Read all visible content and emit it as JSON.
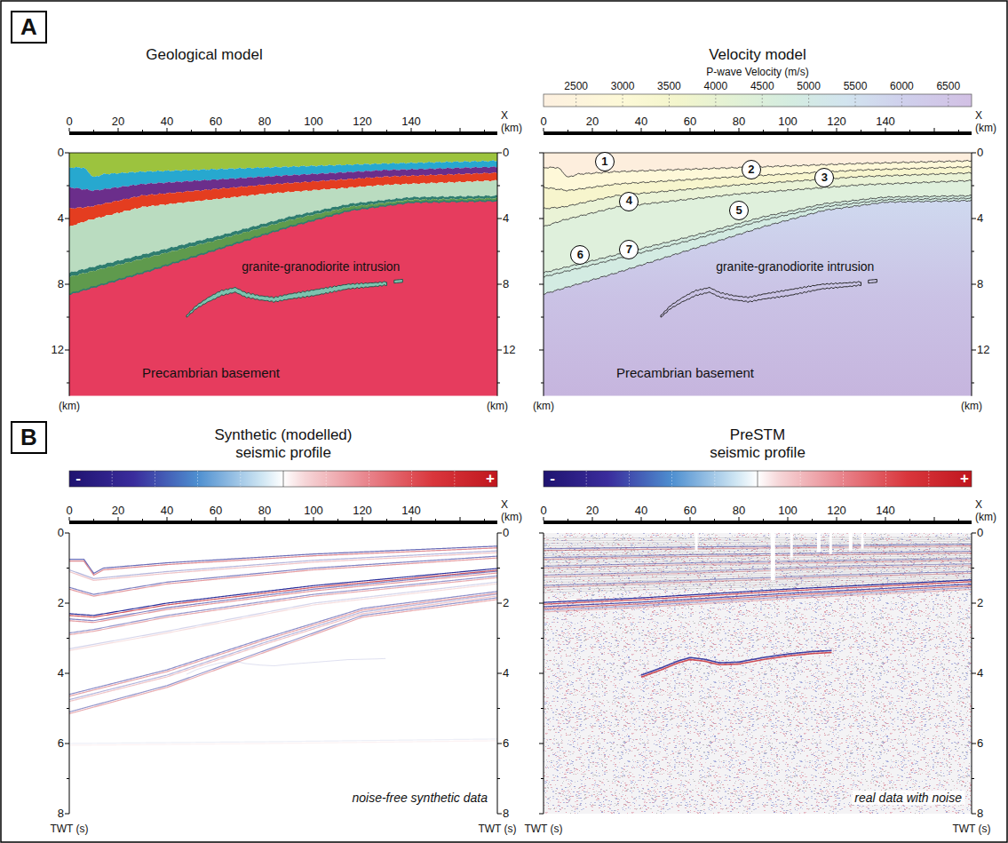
{
  "diagram": {
    "nodes": [
      {
        "text": [
          "A"
        ]
      },
      {
        "text": [
          "1"
        ]
      },
      {
        "text": [
          "2"
        ]
      },
      {
        "text": [
          "3"
        ]
      },
      {
        "text": [
          "4"
        ]
      },
      {
        "text": [
          "5"
        ]
      },
      {
        "text": [
          "6"
        ]
      },
      {
        "text": [
          "7"
        ]
      },
      {
        "text": [
          "B"
        ]
      }
    ],
    "labels": [
      "Geological model",
      "0",
      "20",
      "40",
      "60",
      "80",
      "100",
      "120",
      "140",
      "X (km)",
      "0",
      "4",
      "8",
      "12",
      "0",
      "4",
      "8",
      "12",
      "(km)",
      "(km)",
      "granite-granodiorite intrusion",
      "Precambrian basement",
      "Velocity model",
      "P-wave Velocity (m/s)",
      "2500",
      "3000",
      "3500",
      "4000",
      "4500",
      "5000",
      "5500",
      "6000",
      "6500",
      "0",
      "20",
      "40",
      "60",
      "80",
      "100",
      "120",
      "140",
      "X (km)",
      "0",
      "4",
      "8",
      "12",
      "(km)",
      "(km)",
      "granite-granodiorite intrusion",
      "Precambrian basement",
      "Synthetic (modelled) seismic profile",
      "-",
      "+",
      "0",
      "20",
      "40",
      "60",
      "80",
      "100",
      "120",
      "140",
      "X (km)",
      "0",
      "2",
      "4",
      "6",
      "8",
      "0",
      "2",
      "4",
      "6",
      "8",
      "TWT (s)",
      "TWT (s)",
      "noise-free synthetic data",
      "PreSTM seismic profile",
      "-",
      "+",
      "0",
      "20",
      "40",
      "60",
      "80",
      "100",
      "120",
      "140",
      "X (km)",
      "0",
      "2",
      "4",
      "6",
      "8",
      "TWT (s)",
      "TWT (s)",
      "real data with noise"
    ]
  }
}
